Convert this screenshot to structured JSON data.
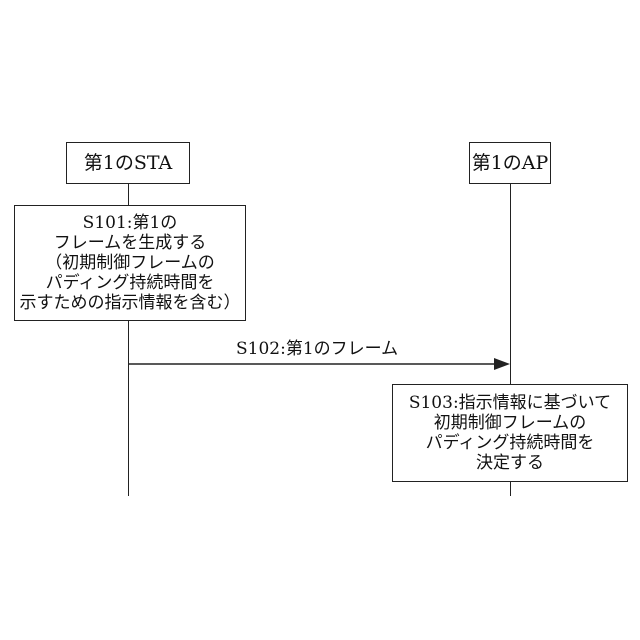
{
  "entities": {
    "sta": "第1のSTA",
    "ap": "第1のAP"
  },
  "steps": {
    "s101": {
      "lines": [
        "S101:第1の",
        "フレームを生成する",
        "（初期制御フレームの",
        "パディング持続時間を",
        "示すための指示情報を含む）"
      ]
    },
    "s102": {
      "label": "S102:第1のフレーム"
    },
    "s103": {
      "lines": [
        "S103:指示情報に基づいて",
        "初期制御フレームの",
        "パディング持続時間を",
        "決定する"
      ]
    }
  },
  "colors": {
    "line": "#222222",
    "background": "#ffffff",
    "text": "#111111"
  }
}
